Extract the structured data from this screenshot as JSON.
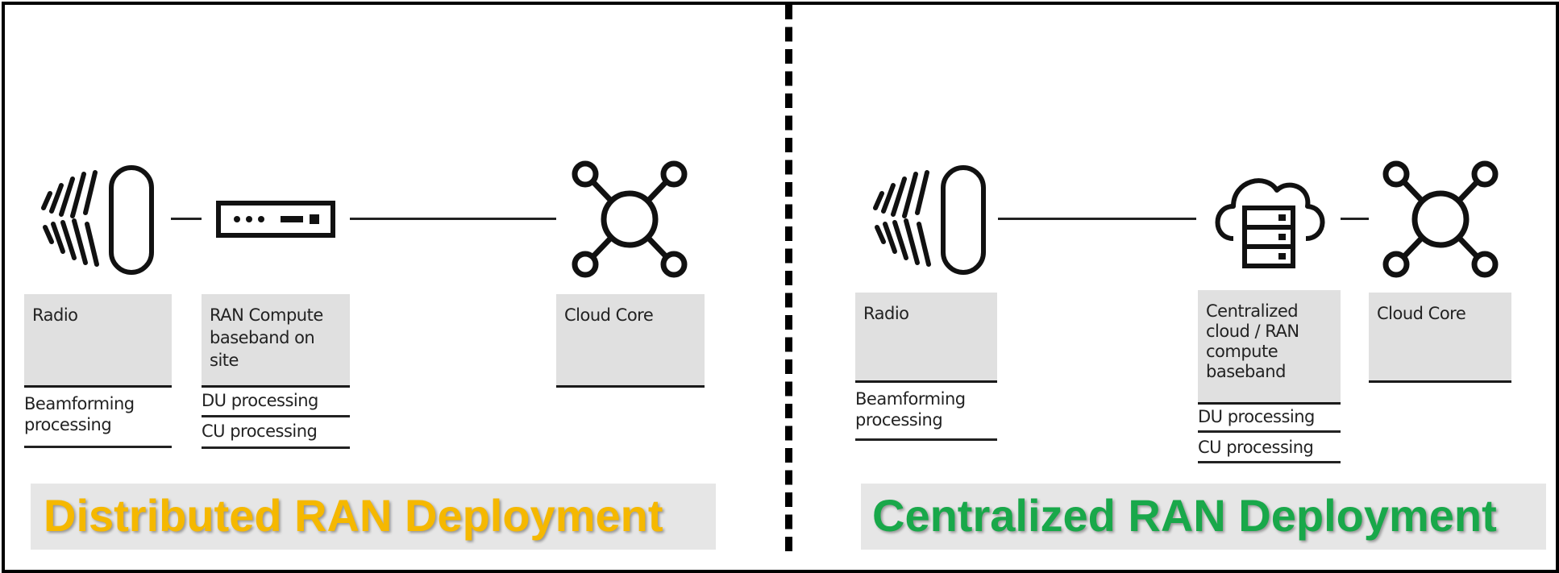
{
  "colors": {
    "distributed_title": "#f5b800",
    "centralized_title": "#19a84a"
  },
  "left_panel": {
    "radio_label": "Radio",
    "radio_sub": "Beamforming\nprocessing",
    "ran_label": "RAN Compute\nbaseband on\nsite",
    "ran_sub1": "DU processing",
    "ran_sub2": "CU processing",
    "core_label": "Cloud Core",
    "title": "Distributed RAN Deployment"
  },
  "right_panel": {
    "radio_label": "Radio",
    "radio_sub": "Beamforming\nprocessing",
    "cloud_label": "Centralized\ncloud / RAN\ncompute\nbaseband",
    "cloud_sub1": "DU processing",
    "cloud_sub2": "CU processing",
    "core_label": "Cloud Core",
    "title": "Centralized RAN Deployment"
  },
  "icons": {
    "radio": "radio-antenna-icon",
    "baseband": "baseband-unit-icon",
    "core": "network-hub-icon",
    "cloud": "cloud-server-icon"
  }
}
